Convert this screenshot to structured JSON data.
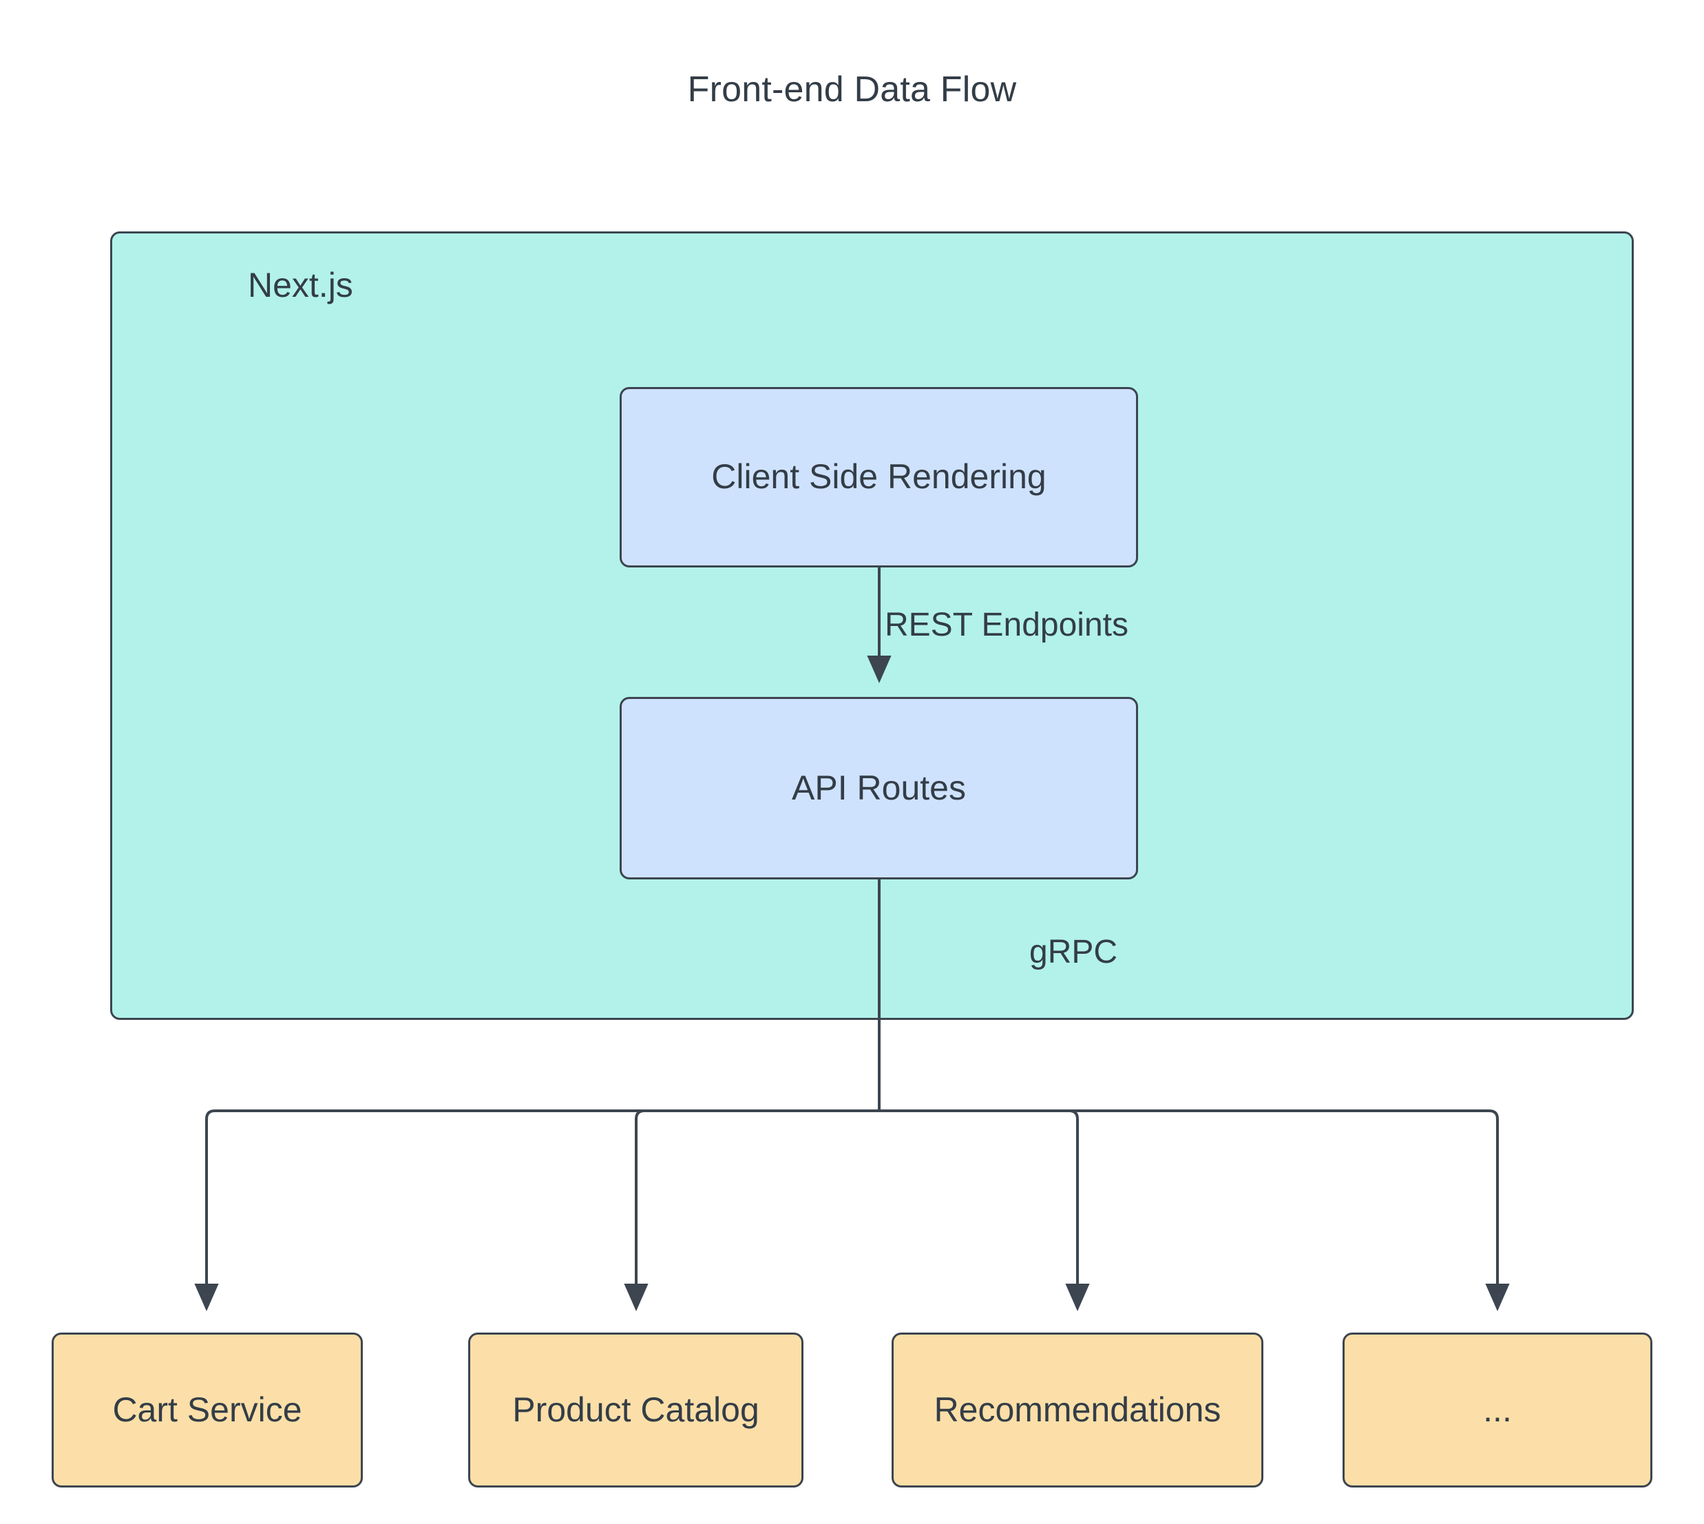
{
  "diagram": {
    "title": "Front-end Data Flow",
    "type": "flowchart",
    "direction": "top-down",
    "colors": {
      "cluster_fill": "#b2f2ea",
      "process_fill": "#cfe2fd",
      "service_fill": "#fcdfa8",
      "stroke": "#3c4550",
      "text": "#333d47",
      "background": "#ffffff"
    },
    "cluster": {
      "id": "nextjs",
      "label": "Next.js"
    },
    "nodes": [
      {
        "id": "csr",
        "label": "Client Side Rendering",
        "group": "nextjs",
        "shape": "rounded-rect",
        "fill": "#cfe2fd"
      },
      {
        "id": "api",
        "label": "API Routes",
        "group": "nextjs",
        "shape": "rounded-rect",
        "fill": "#cfe2fd"
      },
      {
        "id": "cart",
        "label": "Cart Service",
        "group": "services",
        "shape": "rounded-rect",
        "fill": "#fcdfa8"
      },
      {
        "id": "catalog",
        "label": "Product Catalog",
        "group": "services",
        "shape": "rounded-rect",
        "fill": "#fcdfa8"
      },
      {
        "id": "reco",
        "label": "Recommendations",
        "group": "services",
        "shape": "rounded-rect",
        "fill": "#fcdfa8"
      },
      {
        "id": "more",
        "label": "...",
        "group": "services",
        "shape": "rounded-rect",
        "fill": "#fcdfa8"
      }
    ],
    "edges": [
      {
        "from": "csr",
        "to": "api",
        "label": "REST Endpoints",
        "arrow": "single"
      },
      {
        "from": "api",
        "to": "cart",
        "label": "gRPC",
        "arrow": "single"
      },
      {
        "from": "api",
        "to": "catalog",
        "label": "",
        "arrow": "single"
      },
      {
        "from": "api",
        "to": "reco",
        "label": "",
        "arrow": "single"
      },
      {
        "from": "api",
        "to": "more",
        "label": "",
        "arrow": "single"
      }
    ],
    "edge_labels": {
      "rest": "REST Endpoints",
      "grpc": "gRPC"
    }
  }
}
